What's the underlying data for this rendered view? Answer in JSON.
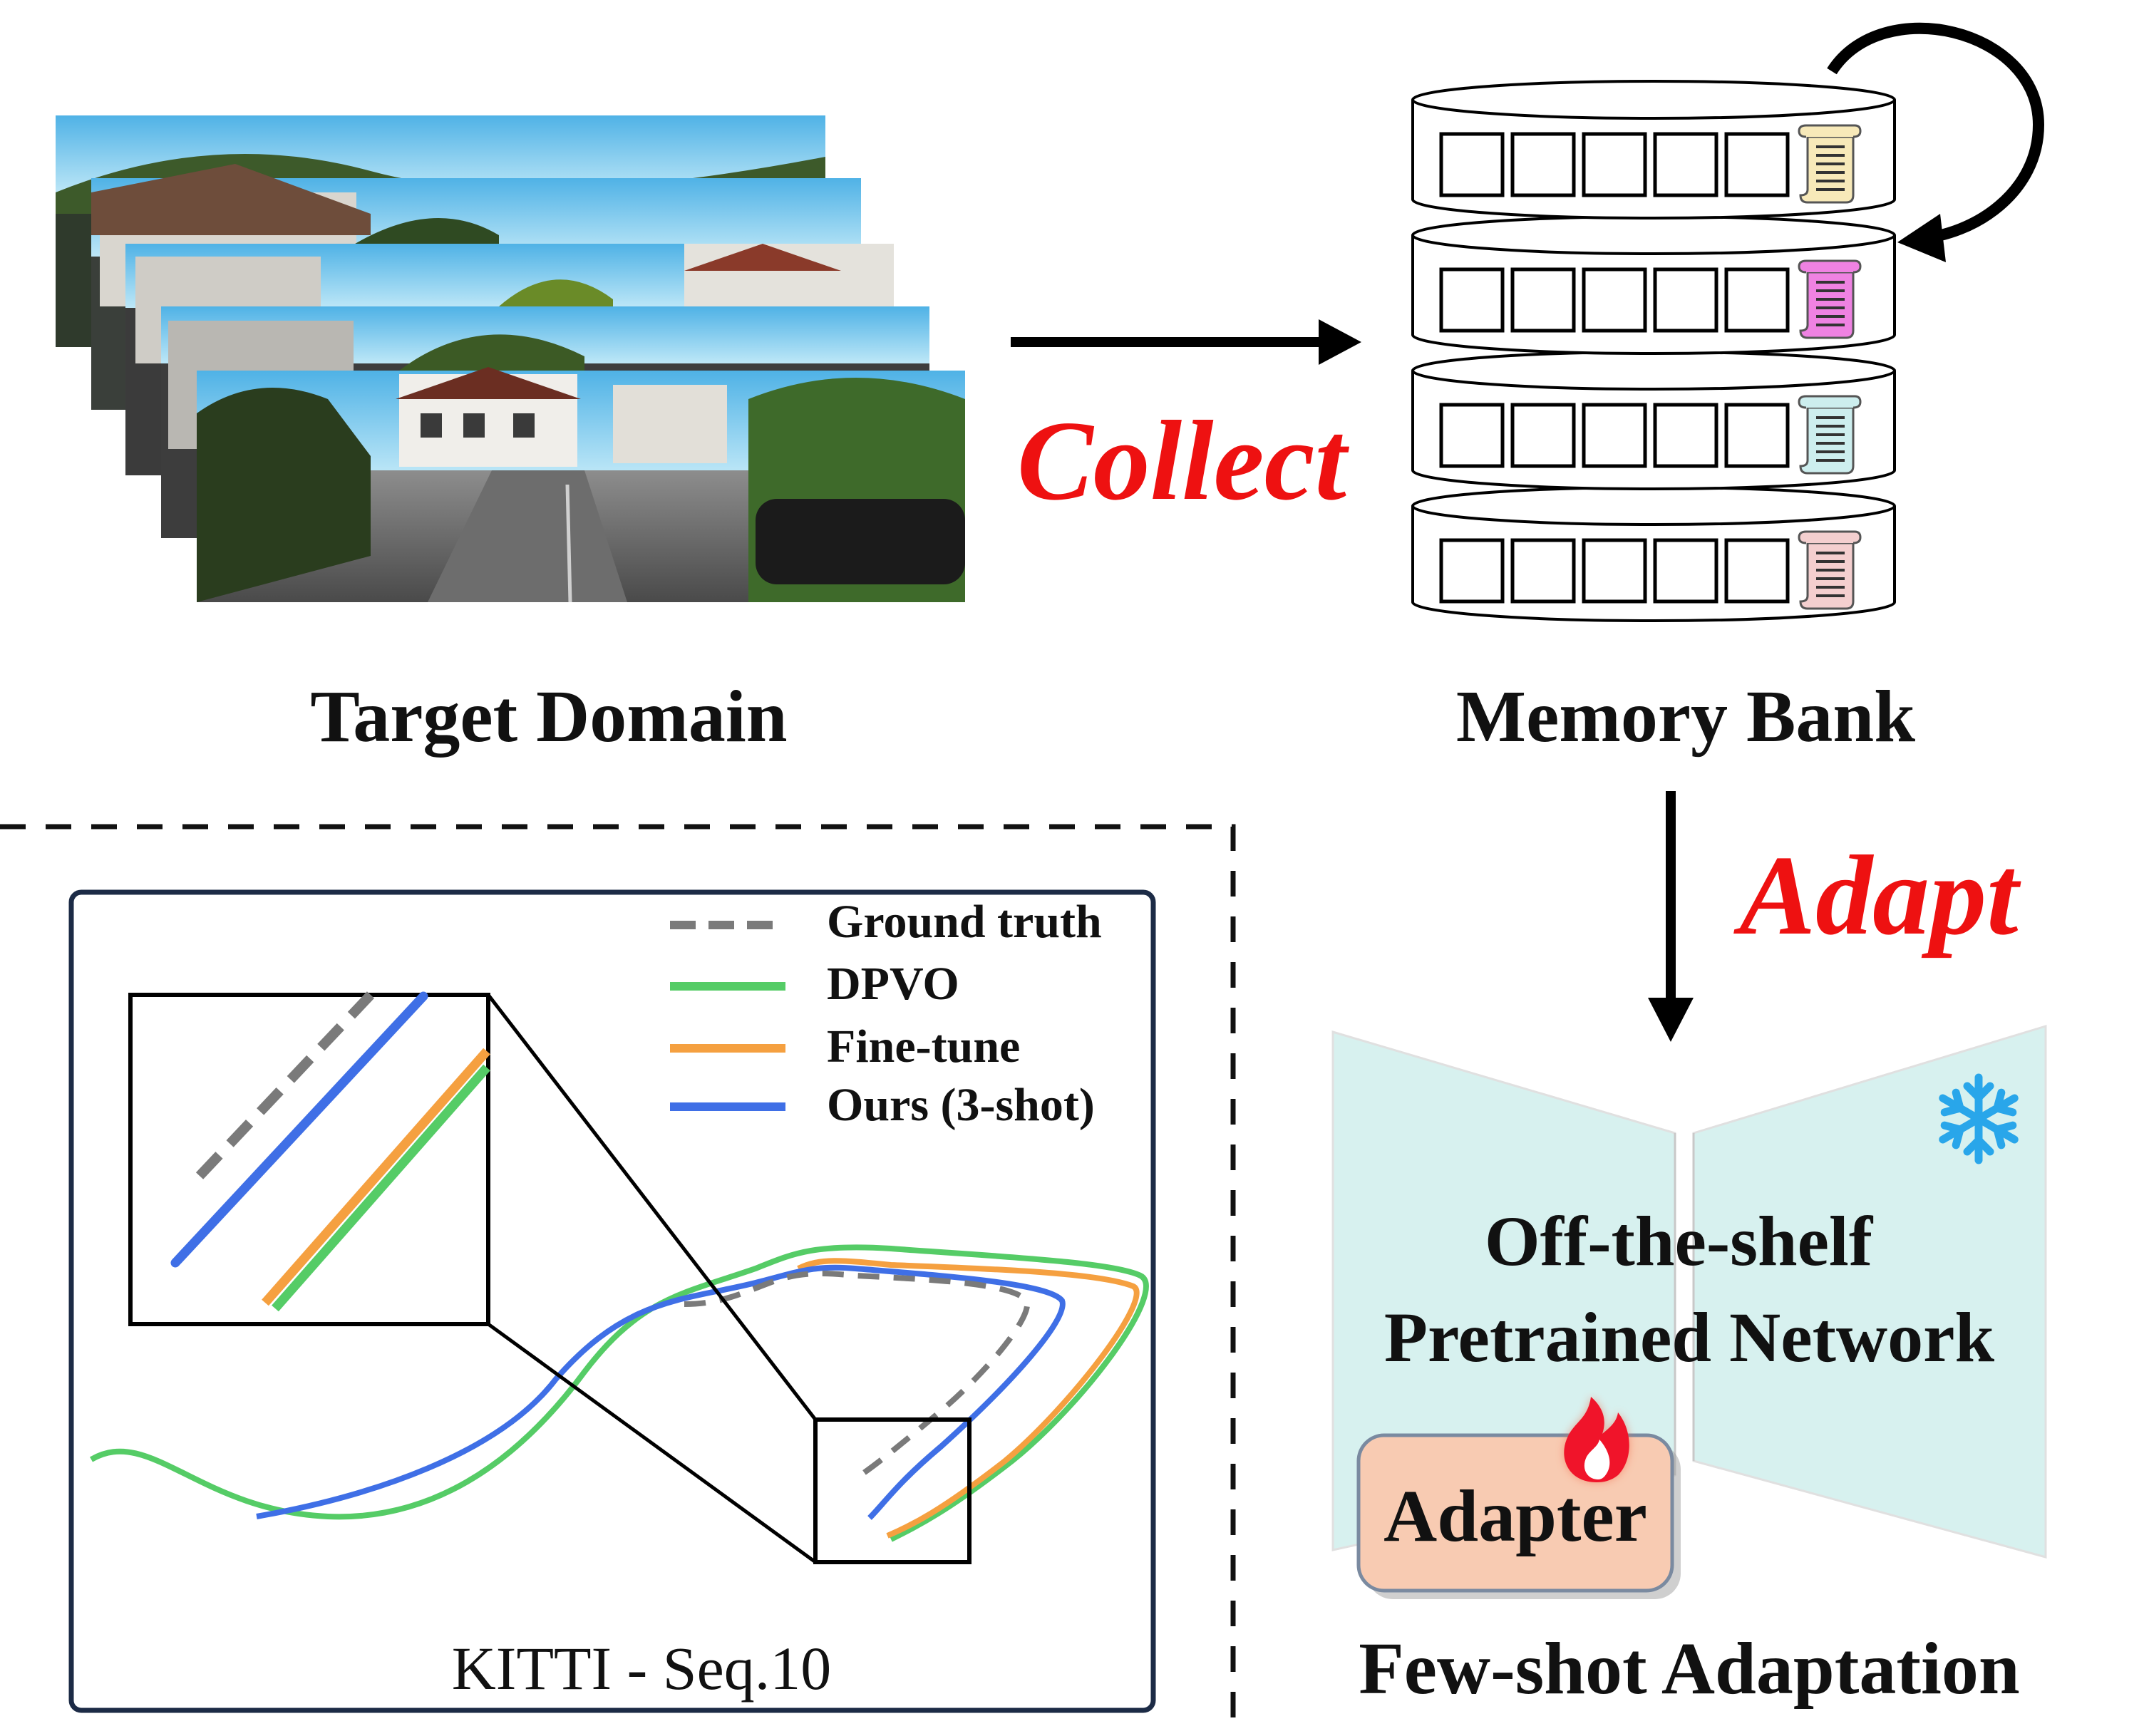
{
  "labels": {
    "target_domain": "Target Domain",
    "memory_bank": "Memory Bank",
    "collect": "Collect",
    "adapt": "Adapt",
    "network_line1": "Off-the-shelf",
    "network_line2": "Pretrained Network",
    "adapter": "Adapter",
    "few_shot": "Few-shot Adaptation"
  },
  "plot": {
    "caption": "KITTI - Seq.10",
    "legend": [
      {
        "name": "Ground truth",
        "color": "#7a7a7a",
        "style": "dashed"
      },
      {
        "name": "DPVO",
        "color": "#55cc66",
        "style": "solid"
      },
      {
        "name": "Fine-tune",
        "color": "#f5a040",
        "style": "solid"
      },
      {
        "name": "Ours (3-shot)",
        "color": "#3f6fe6",
        "style": "solid"
      }
    ]
  },
  "colors": {
    "accent_red": "#ee1111",
    "network_fill": "#d7f1ef",
    "adapter_fill": "#f8cbb2",
    "scroll_colors": [
      "#f7e9b9",
      "#ef82e2",
      "#cdeeee",
      "#f4cfcf"
    ]
  },
  "icons": [
    "snowflake-icon",
    "flame-icon",
    "cycle-arrow-icon",
    "scroll-icon"
  ]
}
